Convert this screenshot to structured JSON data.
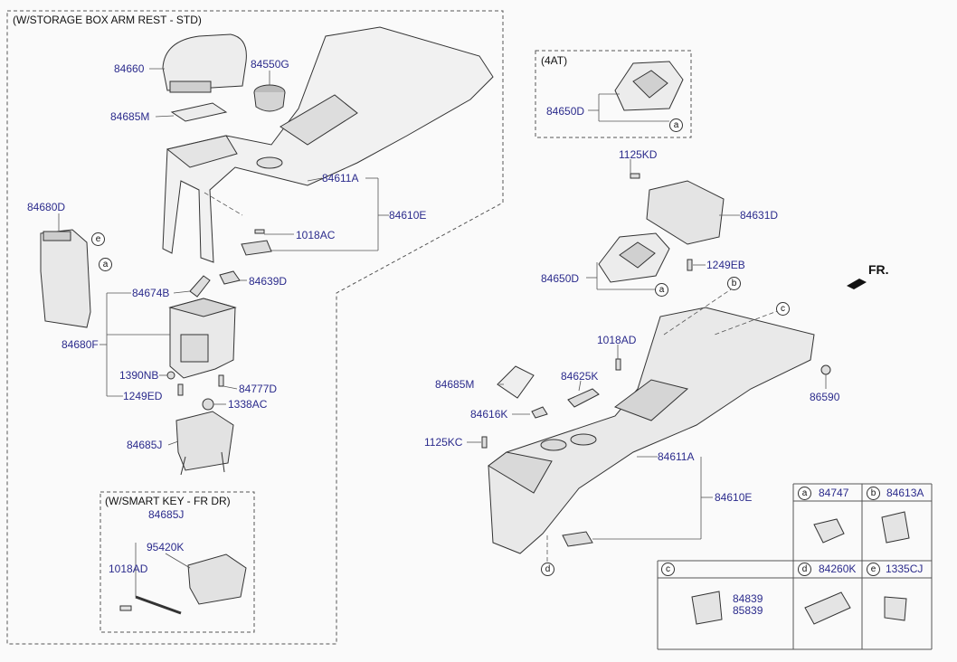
{
  "headers": {
    "storage_box": "(W/STORAGE BOX ARM REST - STD)",
    "at4": "(4AT)",
    "smart_key": "(W/SMART KEY - FR DR)",
    "front": "FR."
  },
  "parts": {
    "p84660": "84660",
    "p84550G": "84550G",
    "p84685M_a": "84685M",
    "p84611A_a": "84611A",
    "p84610E_a": "84610E",
    "p1018AC": "1018AC",
    "p84680D": "84680D",
    "p84639D": "84639D",
    "p84674B": "84674B",
    "p84680F": "84680F",
    "p1390NB": "1390NB",
    "p84777D": "84777D",
    "p1249ED": "1249ED",
    "p1338AC": "1338AC",
    "p84685J_a": "84685J",
    "p84685J_b": "84685J",
    "p95420K": "95420K",
    "p1018AD_a": "1018AD",
    "p84650D_a": "84650D",
    "p1125KD": "1125KD",
    "p84631D": "84631D",
    "p84650D_b": "84650D",
    "p1249EB": "1249EB",
    "p1018AD_b": "1018AD",
    "p84685M_b": "84685M",
    "p84625K": "84625K",
    "p84616K": "84616K",
    "p1125KC": "1125KC",
    "p84611A_b": "84611A",
    "p84610E_b": "84610E",
    "p86590": "86590"
  },
  "callouts": {
    "a": "a",
    "b": "b",
    "c": "c",
    "d": "d",
    "e": "e"
  },
  "legend": {
    "a_code": "84747",
    "b_code": "84613A",
    "c_code1": "84839",
    "c_code2": "85839",
    "d_code": "84260K",
    "e_code": "1335CJ"
  }
}
